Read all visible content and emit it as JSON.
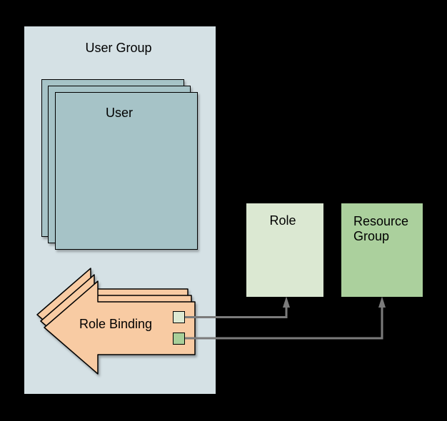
{
  "canvas": {
    "background": "#000000"
  },
  "user_group": {
    "label": "User Group",
    "fill": "#d5e1e5"
  },
  "user_stack": {
    "label": "User",
    "fill": "#a6c3c7",
    "copies": 3
  },
  "role_binding": {
    "label": "Role Binding",
    "fill": "#f8cba3",
    "copies": 3
  },
  "role": {
    "label": "Role",
    "fill": "#dbe8d2"
  },
  "resource_group": {
    "label": "Resource Group",
    "fill": "#abd09d"
  },
  "connectors": {
    "color": "#7b7b7b",
    "role_ref_fill": "#ddead3",
    "resource_ref_fill": "#a8cf99"
  }
}
